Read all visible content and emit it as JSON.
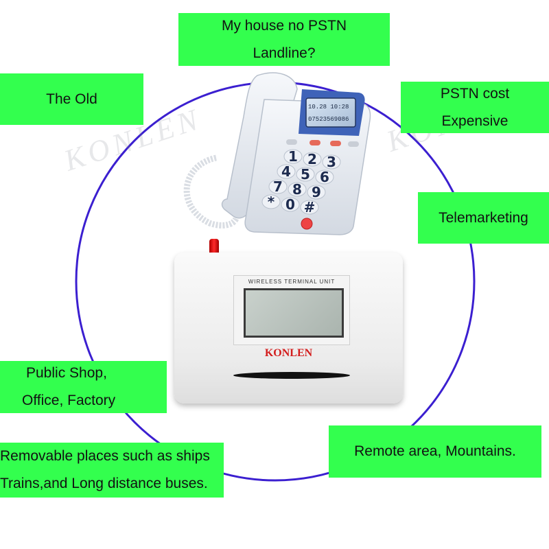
{
  "labels": {
    "pstn_question": [
      "My house no PSTN",
      "Landline?"
    ],
    "the_old": [
      "The Old"
    ],
    "pstn_cost": [
      "PSTN cost",
      "Expensive"
    ],
    "telemarketing": [
      "Telemarketing"
    ],
    "public_shop": [
      "Public Shop,",
      "Office, Factory"
    ],
    "removable": [
      "Removable places such as ships",
      "Trains,and Long distance buses."
    ],
    "remote": [
      "Remote area, Mountains."
    ]
  },
  "terminal": {
    "plate_text": "WIRELESS TERMINAL UNIT",
    "brand": "KONLEN"
  },
  "watermark": "KONLEN",
  "phone": {
    "keys": [
      "1",
      "2",
      "3",
      "4",
      "5",
      "6",
      "7",
      "8",
      "9",
      "*",
      "0",
      "#"
    ],
    "display_line1": "10.28 10:28",
    "display_line2": "07523569086"
  },
  "colors": {
    "label_bg": "#33ff4e",
    "circle": "#3b1fd0",
    "brand": "#d31d1d"
  }
}
